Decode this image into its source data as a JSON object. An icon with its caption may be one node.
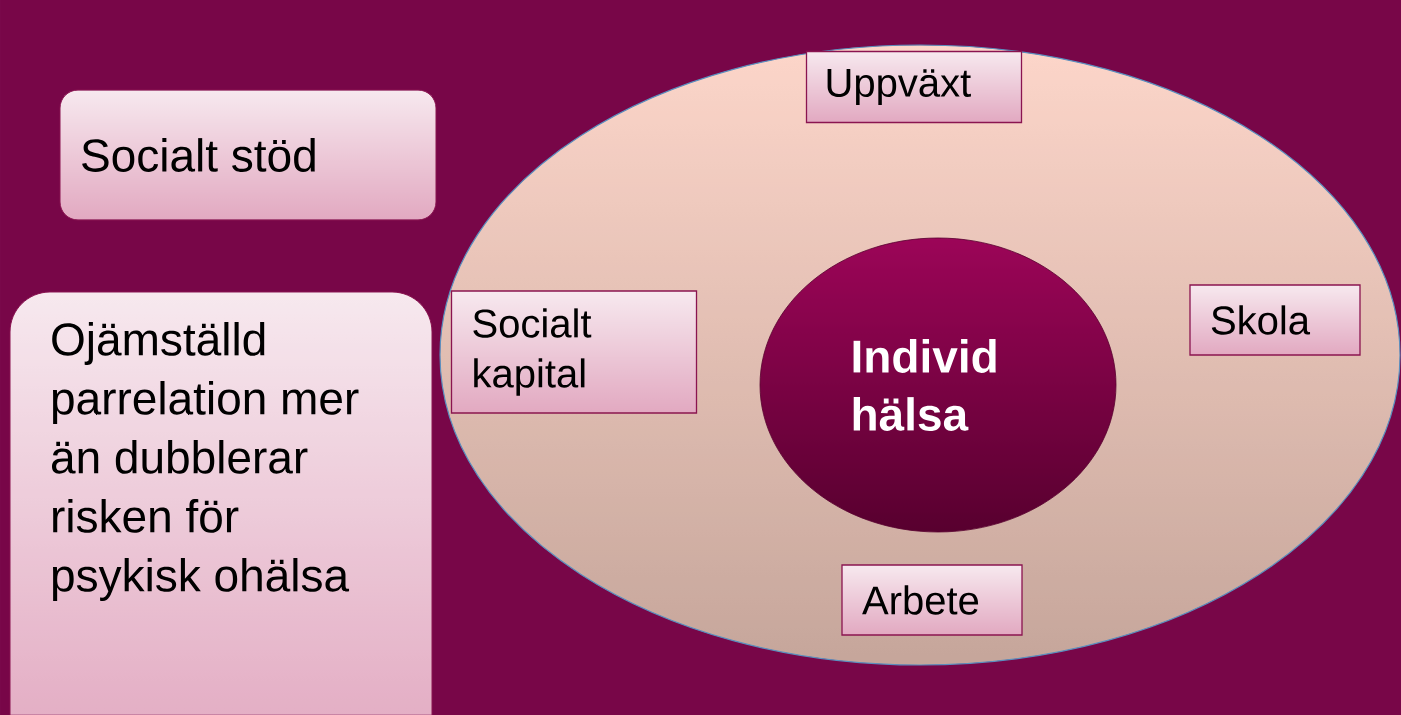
{
  "diagram": {
    "nodes": [
      {
        "text": [
          "Socialt stöd"
        ]
      },
      {
        "text": [],
        "shape": "ellipse"
      },
      {
        "text": [
          "Uppväxt"
        ],
        "in": 1
      },
      {
        "text": [
          "Socialt kapital"
        ],
        "in": 1
      },
      {
        "text": [
          "Individ hälsa"
        ],
        "in": 1
      },
      {
        "text": [
          "Skola"
        ],
        "in": 1
      },
      {
        "text": [
          "Arbete"
        ],
        "in": 1
      },
      {
        "text": [
          "Ojämställd parrelation mer än dubblerar risken för psykisk ohälsa"
        ]
      }
    ]
  }
}
